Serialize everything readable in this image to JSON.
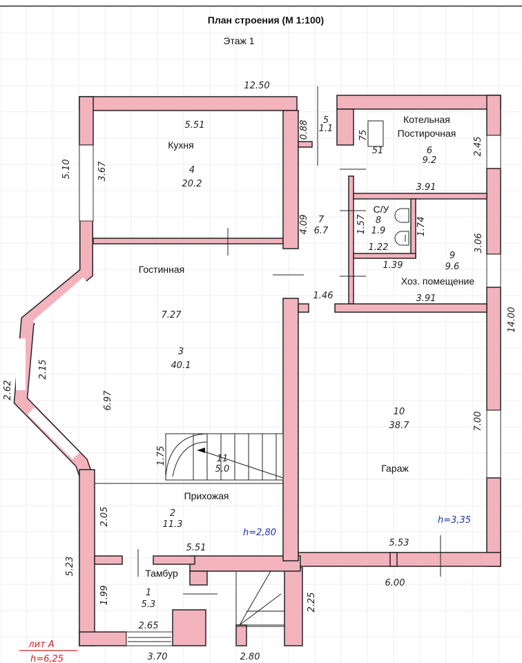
{
  "title": "План строения (М 1:100)",
  "floor": "Этаж 1",
  "rooms": [
    {
      "num": "1",
      "area": "5.3",
      "name": "Тамбур"
    },
    {
      "num": "2",
      "area": "11.3",
      "name": "Прихожая"
    },
    {
      "num": "3",
      "area": "40.1",
      "name": "Гостинная"
    },
    {
      "num": "4",
      "area": "20.2",
      "name": "Кухня"
    },
    {
      "num": "5",
      "area": "1.1",
      "name": ""
    },
    {
      "num": "6",
      "area": "9.2",
      "name": "Котельная Постирочная"
    },
    {
      "num": "7",
      "area": "6.7",
      "name": ""
    },
    {
      "num": "8",
      "area": "1.9",
      "name": "С/У"
    },
    {
      "num": "9",
      "area": "9.6",
      "name": "Хоз. помещение"
    },
    {
      "num": "10",
      "area": "38.7",
      "name": "Гараж"
    },
    {
      "num": "11",
      "area": "5.0",
      "name": ""
    }
  ],
  "room6_line1": "Котельная",
  "room6_line2": "Постирочная",
  "dimensions": {
    "top": "12.50",
    "right": "14.00",
    "kitchen_w": "5.51",
    "kitchen_h": "3.67",
    "kitchen_win": "5.10",
    "living_w": "7.27",
    "living_h": "6.97",
    "bay_outer": "2.62",
    "bay_inner": "2.15",
    "stair_h": "1.75",
    "hall_h": "2.05",
    "hall_w": "5.51",
    "left_lower": "5.23",
    "vest_h": "1.99",
    "vest_w": "2.65",
    "bottom_left": "3.70",
    "bottom_mid": "2.80",
    "porch_h": "2.25",
    "r5_h": "0.88",
    "r7_h": "4.09",
    "r8_h": "1.57",
    "r8_w": "1.22",
    "r8_w2": "1.39",
    "r8_side": "1.74",
    "r6_w": "3.91",
    "r6_h": "2.45",
    "r9_w": "3.91",
    "r9_h": "3.06",
    "r7_w": "1.46",
    "garage_w": "5.53",
    "garage_outer": "6.00",
    "garage_h": "7.00",
    "box_h": "75",
    "box_w": "51"
  },
  "heights": {
    "house": "h=2,80",
    "garage": "h=3,35"
  },
  "lit": {
    "label": "лит А",
    "height": "h=6,25"
  },
  "colors": {
    "wall": "#f2b3bd",
    "note_blue": "#2233aa",
    "note_red": "#d02020"
  }
}
